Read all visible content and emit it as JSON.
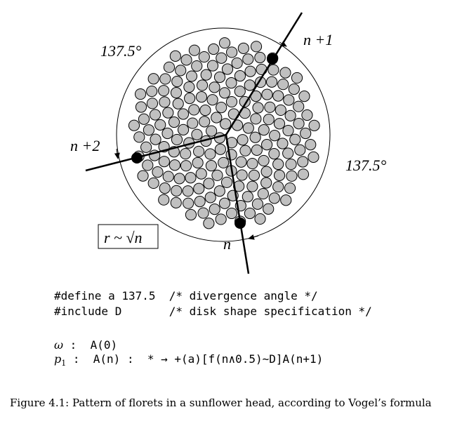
{
  "figure": {
    "angle_label_top": "137.5°",
    "angle_label_right": "137.5°",
    "label_n_plus_1": "n +1",
    "label_n_plus_2": "n +2",
    "label_n": "n",
    "formula_box": "r ~ √n",
    "divergence_angle_deg": 137.5,
    "floret_count": 190,
    "floret_color": "#c0c0c0"
  },
  "code": {
    "define_line": "#define a 137.5  /* divergence angle */",
    "include_line": "#include D       /* disk shape specification */",
    "axiom_symbol": "ω",
    "axiom_body": " :  A(0)",
    "prod_symbol": "p",
    "prod_sub": "1",
    "prod_body": " :  A(n) :  * → +(a)[f(n∧0.5)∼D]A(n+1)"
  },
  "caption": "Figure 4.1: Pattern of florets in a sunflower head, according to Vogel’s formula"
}
